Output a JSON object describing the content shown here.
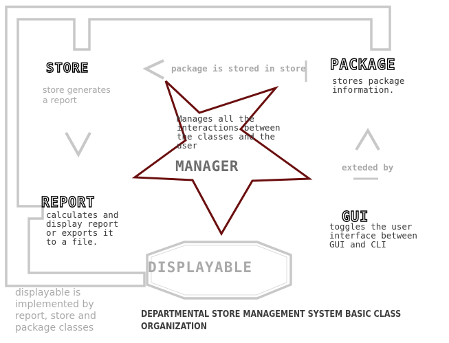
{
  "nodes": {
    "store": {
      "title": "STORE",
      "desc": "store generates\na report"
    },
    "package": {
      "title": "PACKAGE",
      "desc": "stores package\ninformation."
    },
    "report": {
      "title": "REPORT",
      "desc": "calculates and\ndisplay report\nor exports it\nto a file."
    },
    "gui": {
      "title": "GUI",
      "desc": "toggles the user\ninterface between\nGUI and CLI"
    },
    "manager": {
      "title": "MANAGER",
      "desc": "Manages all the\ninteractions between\nthe classes and the\nuser"
    },
    "displayable": {
      "title": "DISPLAYABLE",
      "desc": "displayable is\nimplemented by\nreport, store and\npackage classes"
    }
  },
  "edges": {
    "package_to_store": "package is stored in store",
    "gui_extends": "exteded by"
  },
  "caption": "DEPARTMENTAL STORE MANAGEMENT SYSTEM BASIC CLASS\nORGANIZATION",
  "colors": {
    "outline": "#c8c8c8",
    "manager_star": "#6b0f0f",
    "manager_text": "#6e6e6e",
    "desc_text": "#a9a9a9",
    "caption_text": "#3d3d3d"
  }
}
